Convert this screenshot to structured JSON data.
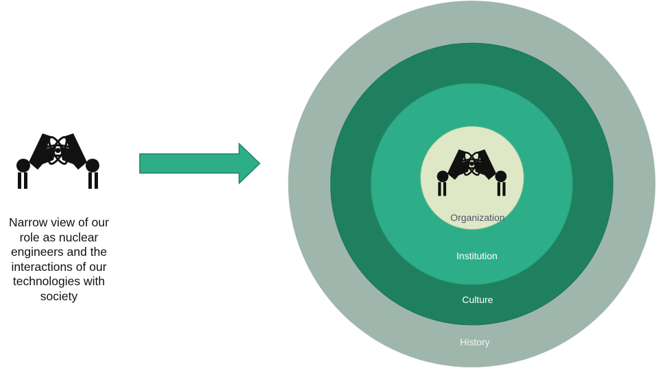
{
  "caption": {
    "lines": [
      "Narrow view of our",
      "role as nuclear",
      "engineers and the",
      "interactions of our",
      "technologies with",
      "society"
    ]
  },
  "icons": {
    "left": "hands-holding-atom-icon",
    "center": "hands-holding-atom-icon",
    "arrow": "right-arrow-icon"
  },
  "rings": [
    {
      "label": "History",
      "color": "#9fb6ad",
      "label_color": "#f2f5f3"
    },
    {
      "label": "Culture",
      "color": "#1f8060",
      "label_color": "#ffffff"
    },
    {
      "label": "Institution",
      "color": "#2eae88",
      "label_color": "#ffffff"
    },
    {
      "label": "Organization",
      "color": "#dfe8c6",
      "label_color": "#4d5566"
    }
  ],
  "colors": {
    "arrow_fill": "#2eae88",
    "arrow_stroke": "#1f8060",
    "icon": "#111111"
  }
}
